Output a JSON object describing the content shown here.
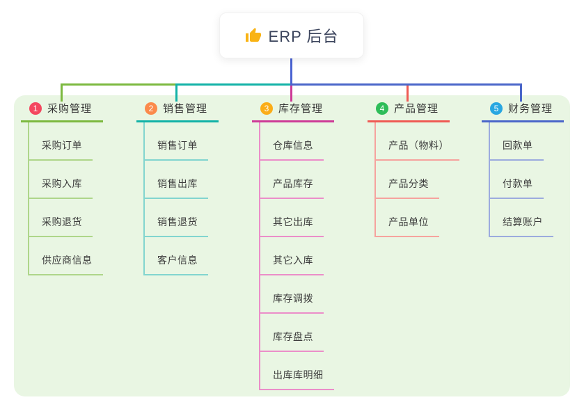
{
  "root": {
    "title": "ERP 后台",
    "icon": "thumbs-up-icon",
    "icon_color": "#f9b314"
  },
  "panel_color": "#e9f6e3",
  "root_link_color": "#4a63d2",
  "branches": [
    {
      "index": "1",
      "label": "采购管理",
      "color": "#7cb93f",
      "light_color": "#aed68a",
      "badge_color": "#f4475f",
      "children": [
        "采购订单",
        "采购入库",
        "采购退货",
        "供应商信息"
      ]
    },
    {
      "index": "2",
      "label": "销售管理",
      "color": "#12b2a7",
      "light_color": "#82d5cf",
      "badge_color": "#fb8a4b",
      "children": [
        "销售订单",
        "销售出库",
        "销售退货",
        "客户信息"
      ]
    },
    {
      "index": "3",
      "label": "库存管理",
      "color": "#cd3a97",
      "light_color": "#eb8ec9",
      "badge_color": "#fbad18",
      "children": [
        "仓库信息",
        "产品库存",
        "其它出库",
        "其它入库",
        "库存调拨",
        "库存盘点",
        "出库库明细"
      ]
    },
    {
      "index": "4",
      "label": "产品管理",
      "color": "#ef5a54",
      "light_color": "#f6a39e",
      "badge_color": "#2ebd59",
      "children": [
        "产品（物料）",
        "产品分类",
        "产品单位"
      ]
    },
    {
      "index": "5",
      "label": "财务管理",
      "color": "#4a66c9",
      "light_color": "#9cabde",
      "badge_color": "#29a7e1",
      "children": [
        "回款单",
        "付款单",
        "结算账户"
      ]
    }
  ]
}
